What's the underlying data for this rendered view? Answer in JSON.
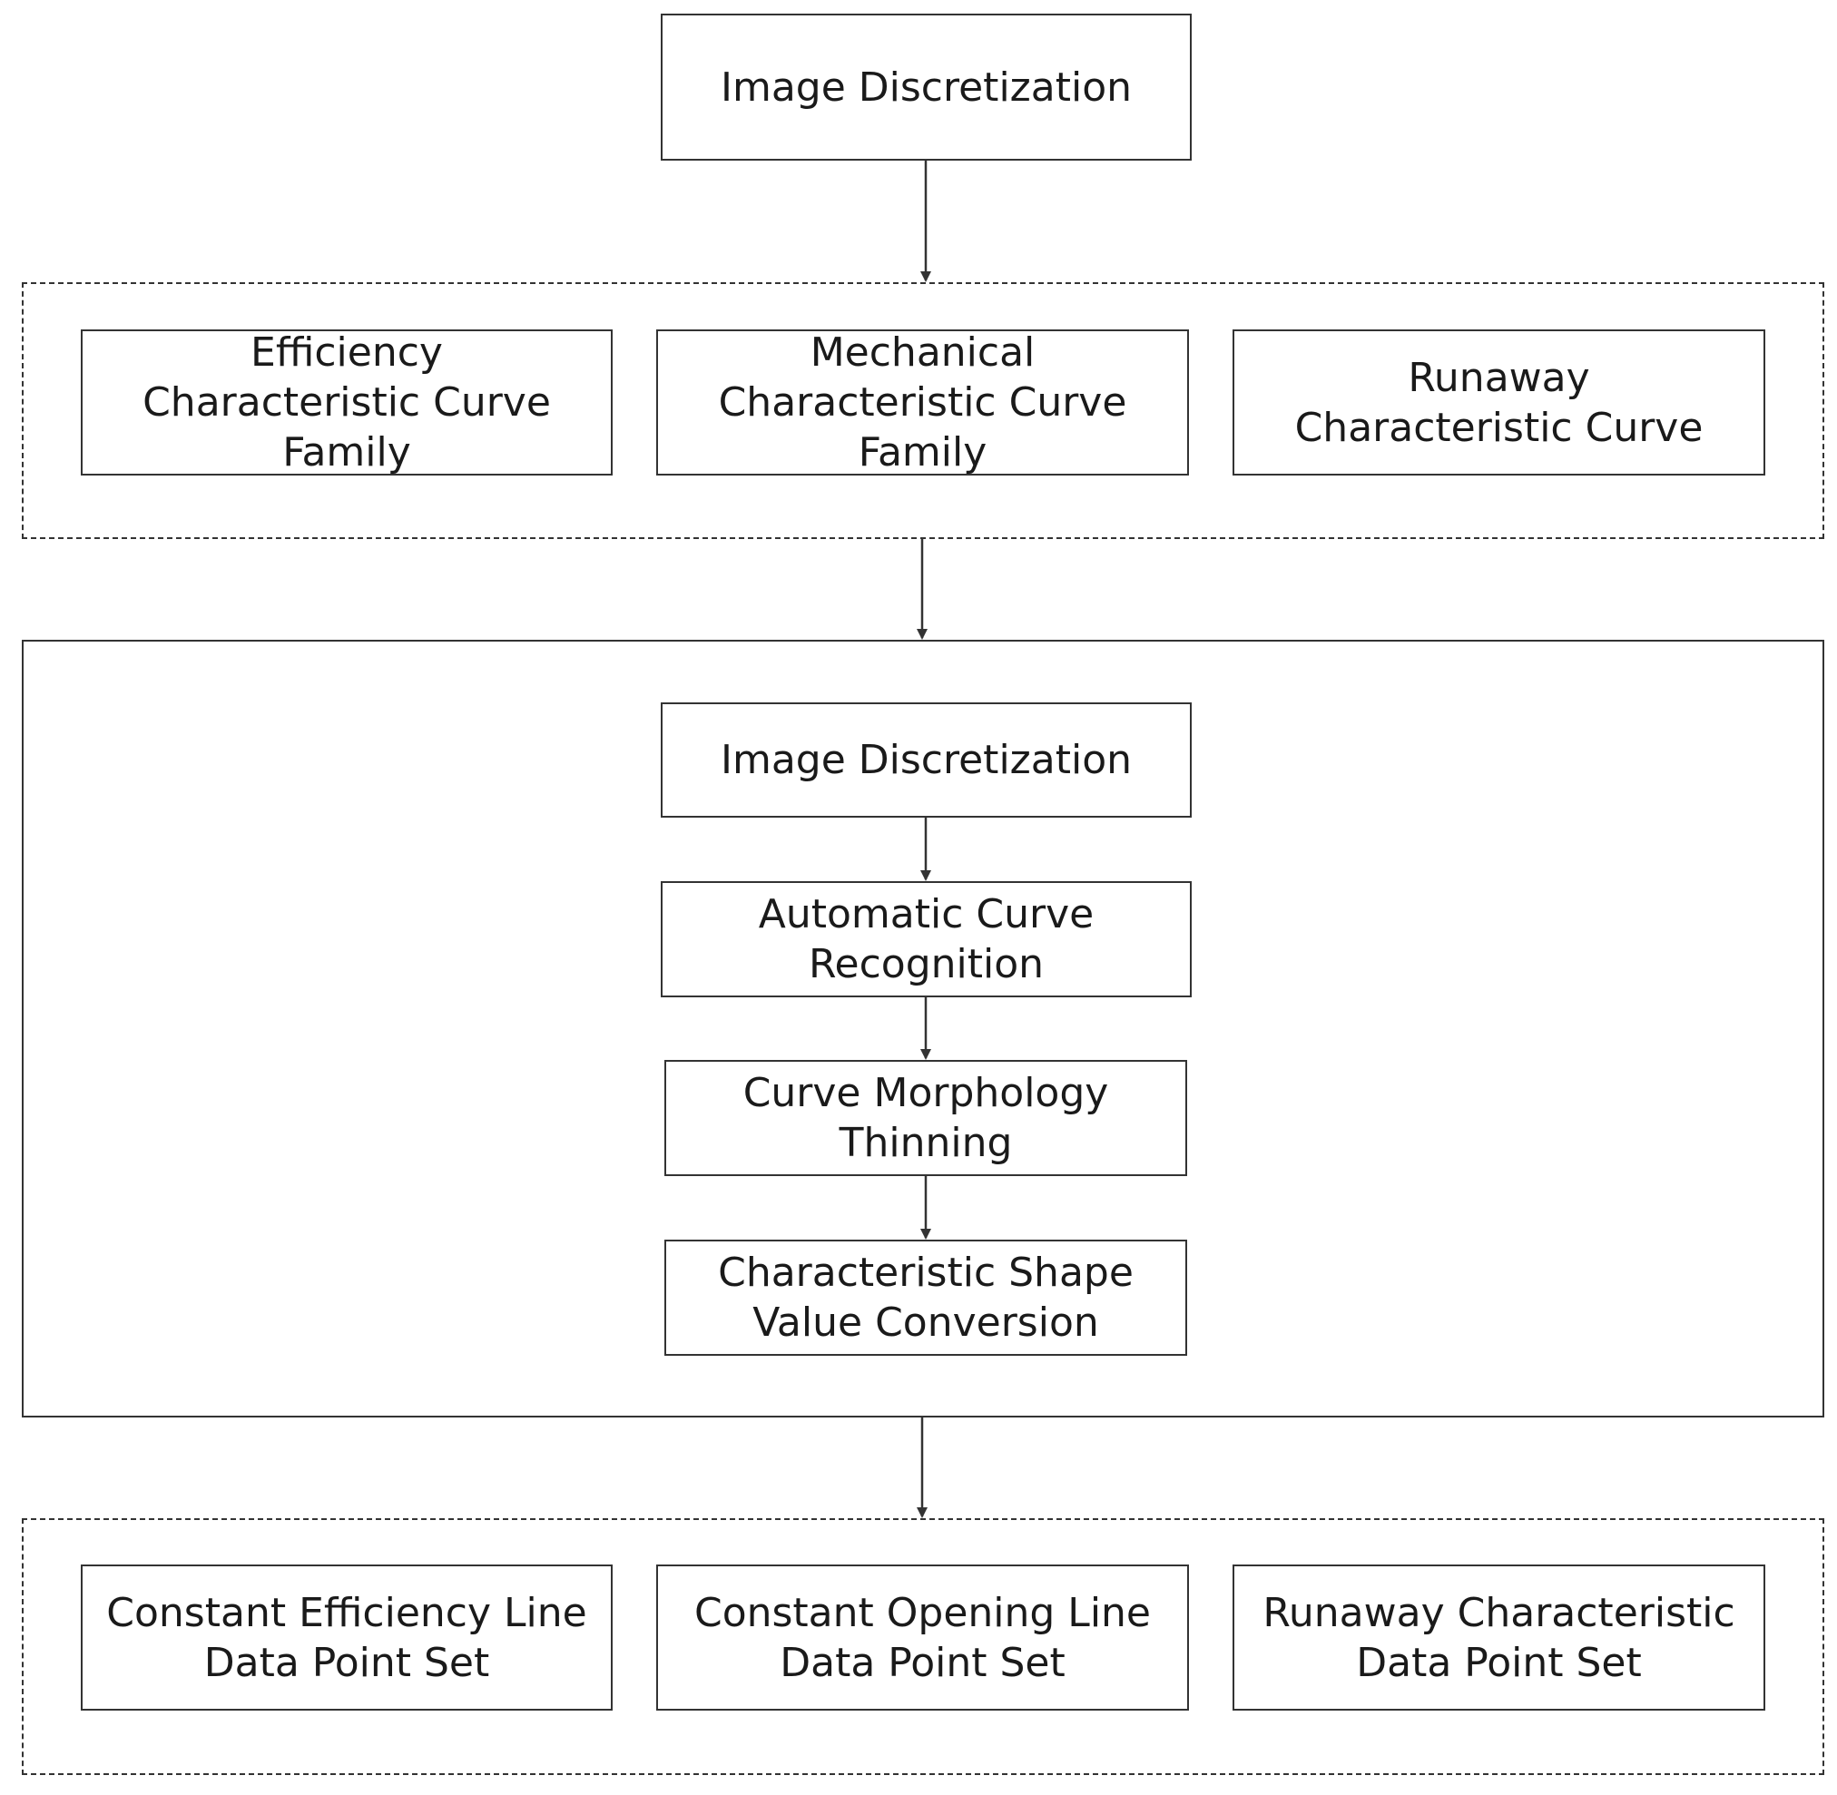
{
  "top_step": {
    "label": "Image Discretization"
  },
  "curve_families": [
    {
      "label": "Efficiency\nCharacteristic Curve\nFamily"
    },
    {
      "label": "Mechanical\nCharacteristic Curve\nFamily"
    },
    {
      "label": "Runaway\nCharacteristic Curve"
    }
  ],
  "process_steps": [
    {
      "label": "Image Discretization"
    },
    {
      "label": "Automatic Curve\nRecognition"
    },
    {
      "label": "Curve Morphology\nThinning"
    },
    {
      "label": "Characteristic Shape\nValue Conversion"
    }
  ],
  "outputs": [
    {
      "label": "Constant Efficiency Line\nData Point Set"
    },
    {
      "label": "Constant Opening Line\nData Point Set"
    },
    {
      "label": "Runaway Characteristic\nData Point Set"
    }
  ]
}
